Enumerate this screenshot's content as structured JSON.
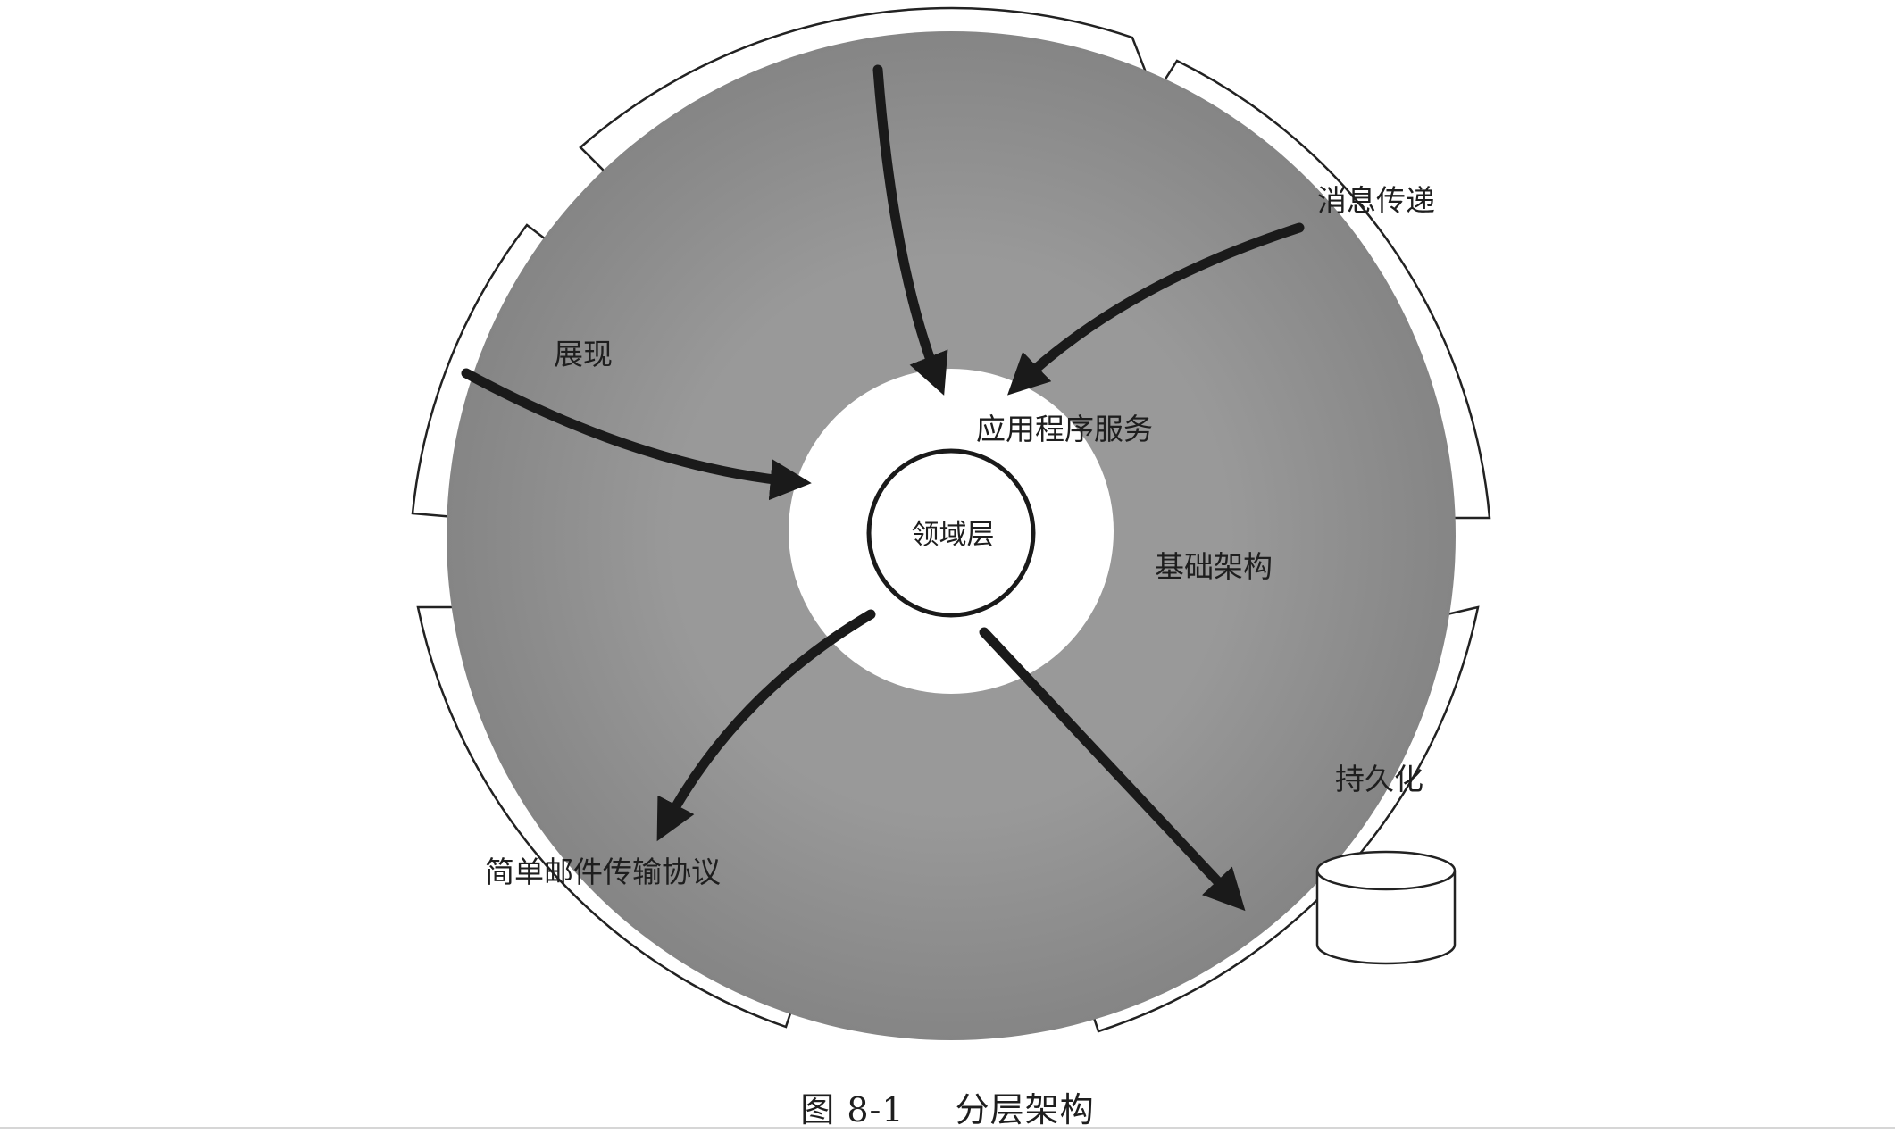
{
  "diagram": {
    "core_label": "领域层",
    "inner_ring_label": "应用程序服务",
    "outer_ring_label": "基础架构",
    "outer_labels": {
      "presentation": "展现",
      "messaging": "消息传递",
      "persistence": "持久化",
      "smtp": "简单邮件传输协议"
    }
  },
  "caption": {
    "figure_number": "图 8-1",
    "title": "分层架构"
  },
  "colors": {
    "infrastructure_ring": "#8c8c8c",
    "block_fill": "#ffffff",
    "outline": "#222222",
    "arrow": "#1a1a1a"
  }
}
